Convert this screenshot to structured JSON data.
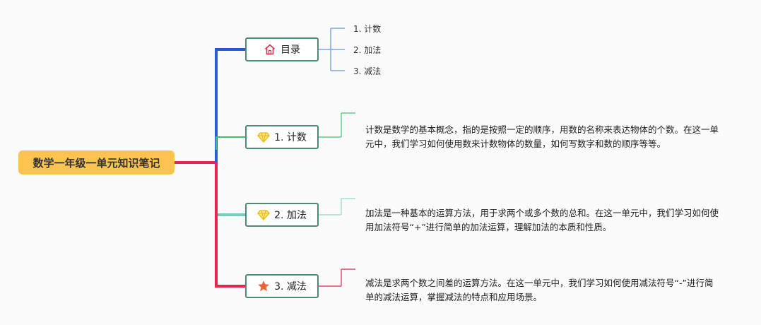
{
  "root": {
    "title": "数学一年级一单元知识笔记"
  },
  "toc": {
    "label": "目录",
    "icon": "home-icon",
    "items": [
      "1. 计数",
      "2. 加法",
      "3. 减法"
    ]
  },
  "sections": [
    {
      "label": "1. 计数",
      "icon": "diamond-icon",
      "text": "计数是数学的基本概念，指的是按照一定的顺序，用数的名称来表达物体的个数。在这一单元中，我们学习如何使用数来计数物体的数量，如何写数字和数的顺序等等。"
    },
    {
      "label": "2. 加法",
      "icon": "diamond-icon",
      "text": "加法是一种基本的运算方法，用于求两个或多个数的总和。在这一单元中，我们学习如何使用加法符号“+”进行简单的加法运算，理解加法的本质和性质。"
    },
    {
      "label": "3. 减法",
      "icon": "star-icon",
      "text": "减法是求两个数之间差的运算方法。在这一单元中，我们学习如何使用减法符号“-”进行简单的减法运算，掌握减法的特点和应用场景。"
    }
  ],
  "colors": {
    "root_fill": "#fcc34f",
    "toc_branch": "#2a5bd7",
    "count_branch": "#3cc36a",
    "add_branch": "#6ed0bd",
    "sub_branch": "#e5254e",
    "node_border": "#4e8a78"
  }
}
